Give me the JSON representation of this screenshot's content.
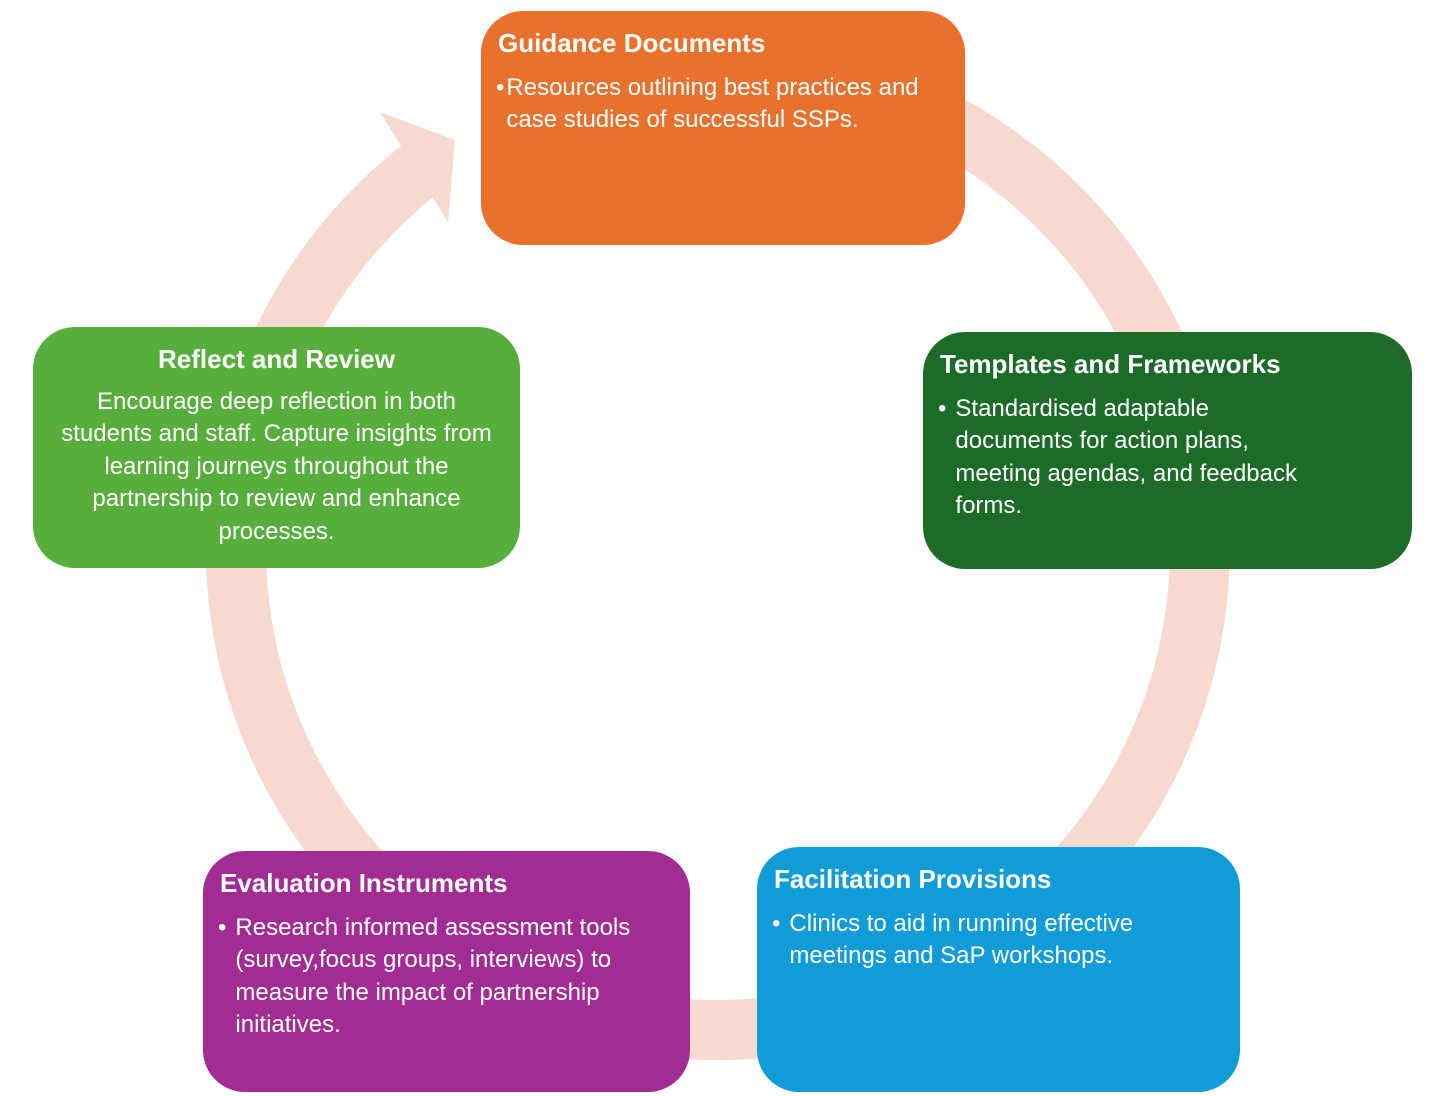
{
  "diagram": {
    "type": "cycle",
    "background_color": "#FFFFFF",
    "text_color": "#FFFFFF",
    "cycle_arrow": {
      "shape": "circular-arrow",
      "direction": "clockwise",
      "color": "#F6D9CF"
    },
    "nodes": {
      "guidance": {
        "title": "Guidance Documents",
        "bullet": "•",
        "body": "Resources outlining best practices and case studies of successful SSPs.",
        "color": "#E8722D",
        "position": "top"
      },
      "templates": {
        "title": "Templates and Frameworks",
        "bullet": "•",
        "body": "Standardised adaptable documents for action plans, meeting agendas, and feedback forms.",
        "color": "#1D6B28",
        "position": "right"
      },
      "facilitation": {
        "title": "Facilitation Provisions",
        "bullet": "•",
        "body": "Clinics to aid in running effective meetings and SaP workshops.",
        "color": "#119CD8",
        "position": "bottom-right"
      },
      "evaluation": {
        "title": "Evaluation Instruments",
        "bullet": "•",
        "body": "Research informed assessment tools (survey,focus groups, interviews) to measure the impact of partnership initiatives.",
        "color": "#A12C92",
        "position": "bottom-left"
      },
      "reflect": {
        "title": "Reflect and Review",
        "body": "Encourage deep reflection in both students and staff. Capture insights from learning journeys throughout the partnership to review and enhance processes.",
        "color": "#58AE3D",
        "position": "left"
      }
    }
  }
}
